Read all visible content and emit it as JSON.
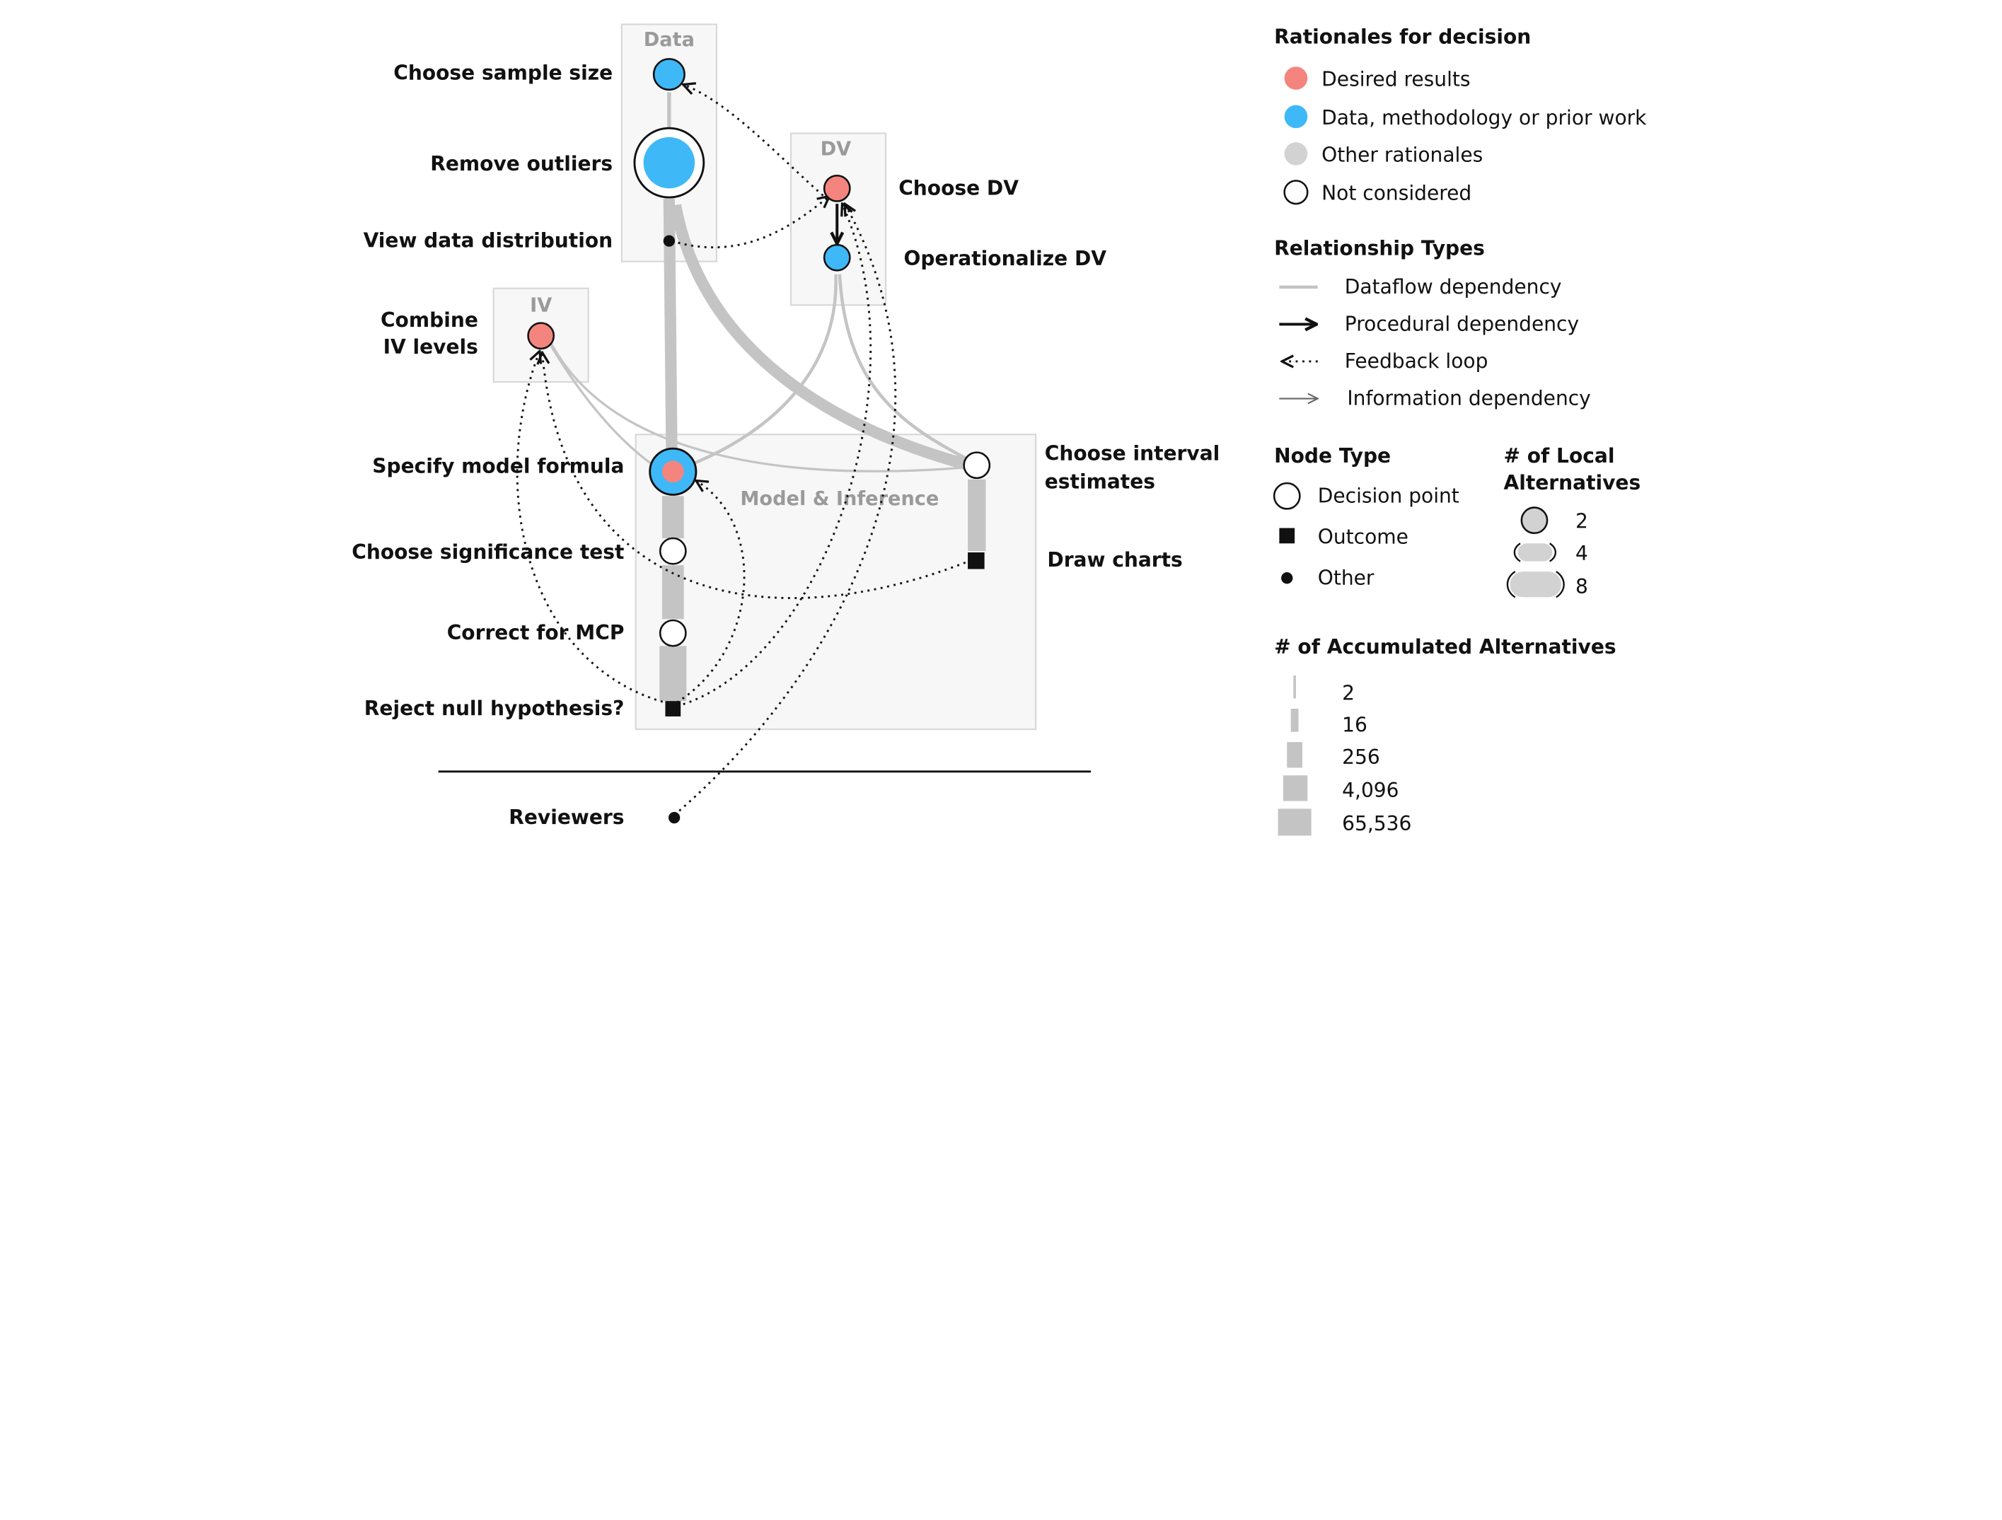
{
  "groups": {
    "data": "Data",
    "dv": "DV",
    "iv": "IV",
    "model": "Model & Inference"
  },
  "nodes": {
    "choose_sample_size": "Choose sample size",
    "remove_outliers": "Remove outliers",
    "view_data_distribution": "View data distribution",
    "choose_dv": "Choose DV",
    "operationalize_dv": "Operationalize DV",
    "combine_iv_levels_line1": "Combine",
    "combine_iv_levels_line2": "IV levels",
    "specify_model_formula": "Specify model formula",
    "choose_interval_estimates_line1": "Choose interval",
    "choose_interval_estimates_line2": "estimates",
    "choose_significance_test": "Choose significance test",
    "draw_charts": "Draw charts",
    "correct_for_mcp": "Correct for MCP",
    "reject_null_hypothesis": "Reject null hypothesis?",
    "reviewers": "Reviewers"
  },
  "legend": {
    "rationales": {
      "title": "Rationales for decision",
      "items": [
        "Desired results",
        "Data, methodology or prior work",
        "Other rationales",
        "Not considered"
      ]
    },
    "relationships": {
      "title": "Relationship Types",
      "items": [
        "Dataflow dependency",
        "Procedural dependency",
        "Feedback loop",
        "Information dependency"
      ]
    },
    "node_type": {
      "title": "Node Type",
      "items": [
        "Decision point",
        "Outcome",
        "Other"
      ]
    },
    "local_alternatives": {
      "title_line1": "# of Local",
      "title_line2": "Alternatives",
      "items": [
        "2",
        "4",
        "8"
      ]
    },
    "accumulated_alternatives": {
      "title": "# of Accumulated Alternatives",
      "items": [
        "2",
        "16",
        "256",
        "4,096",
        "65,536"
      ]
    }
  },
  "colors": {
    "desired_results": "#f4857e",
    "data_methodology": "#3fb8f7",
    "other_rationales": "#d2d2d2",
    "edge_gray": "#c4c4c4",
    "group_fill": "#f7f7f7",
    "group_border": "#d8d8d8"
  }
}
